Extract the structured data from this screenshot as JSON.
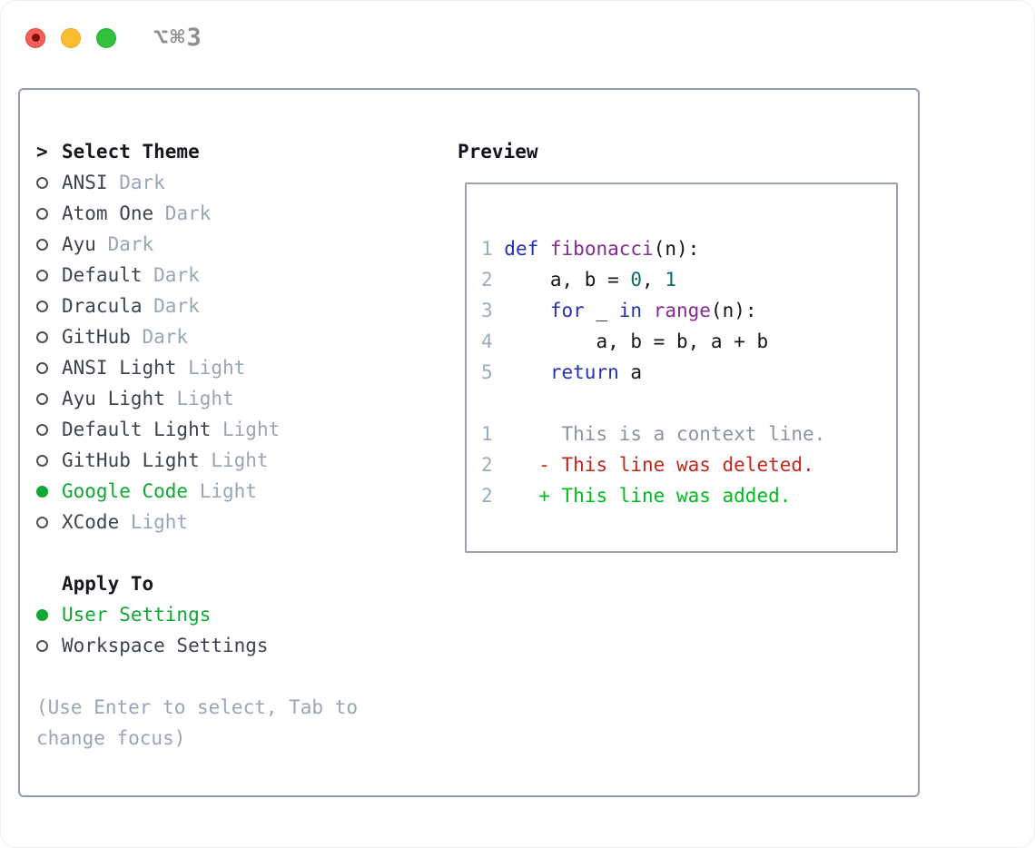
{
  "window": {
    "shortcut": "⌥⌘3",
    "traffic_lights": [
      "close",
      "minimize",
      "zoom"
    ]
  },
  "colors": {
    "accent_green": "#11a733",
    "diff_added_green": "#00bd1f",
    "diff_deleted_red": "#c3271b",
    "muted_gray": "#9aa5b4",
    "panel_border": "#929cab",
    "keyword_blue": "#2531b4",
    "function_purple": "#872a92",
    "literal_teal": "#0a6c6c"
  },
  "theme_picker": {
    "marker": ">",
    "title": "Select Theme",
    "items": [
      {
        "label": "ANSI",
        "variant": "Dark",
        "selected": false
      },
      {
        "label": "Atom One",
        "variant": "Dark",
        "selected": false
      },
      {
        "label": "Ayu",
        "variant": "Dark",
        "selected": false
      },
      {
        "label": "Default",
        "variant": "Dark",
        "selected": false
      },
      {
        "label": "Dracula",
        "variant": "Dark",
        "selected": false
      },
      {
        "label": "GitHub",
        "variant": "Dark",
        "selected": false
      },
      {
        "label": "ANSI Light",
        "variant": "Light",
        "selected": false
      },
      {
        "label": "Ayu Light",
        "variant": "Light",
        "selected": false
      },
      {
        "label": "Default Light",
        "variant": "Light",
        "selected": false
      },
      {
        "label": "GitHub Light",
        "variant": "Light",
        "selected": false
      },
      {
        "label": "Google Code",
        "variant": "Light",
        "selected": true
      },
      {
        "label": "XCode",
        "variant": "Light",
        "selected": false
      }
    ]
  },
  "apply_to": {
    "title": "Apply To",
    "options": [
      {
        "label": "User Settings",
        "selected": true
      },
      {
        "label": "Workspace Settings",
        "selected": false
      }
    ]
  },
  "help_text": "(Use Enter to select, Tab to change focus)",
  "preview": {
    "title": "Preview",
    "code_lines": [
      {
        "no": "1",
        "tokens": [
          [
            "kw",
            "def"
          ],
          [
            "pl",
            " "
          ],
          [
            "fn",
            "fibonacci"
          ],
          [
            "pl",
            "(n):"
          ]
        ]
      },
      {
        "no": "2",
        "tokens": [
          [
            "pl",
            "    a, b = "
          ],
          [
            "num",
            "0"
          ],
          [
            "pl",
            ", "
          ],
          [
            "num",
            "1"
          ]
        ]
      },
      {
        "no": "3",
        "tokens": [
          [
            "pl",
            "    "
          ],
          [
            "kw",
            "for"
          ],
          [
            "pl",
            " _ "
          ],
          [
            "kw",
            "in"
          ],
          [
            "pl",
            " "
          ],
          [
            "fn",
            "range"
          ],
          [
            "pl",
            "(n):"
          ]
        ]
      },
      {
        "no": "4",
        "tokens": [
          [
            "pl",
            "        a, b = b, a + b"
          ]
        ]
      },
      {
        "no": "5",
        "tokens": [
          [
            "pl",
            "    "
          ],
          [
            "kw",
            "return"
          ],
          [
            "pl",
            " a"
          ]
        ]
      }
    ],
    "diff_lines": [
      {
        "no": "1",
        "marker": "",
        "kind": "context",
        "text": "This is a context line."
      },
      {
        "no": "2",
        "marker": "-",
        "kind": "del",
        "text": "This line was deleted."
      },
      {
        "no": "2",
        "marker": "+",
        "kind": "add",
        "text": "This line was added."
      }
    ]
  }
}
